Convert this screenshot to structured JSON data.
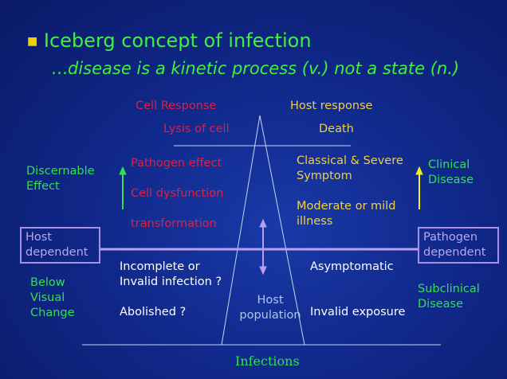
{
  "title": {
    "bullet": "■",
    "text": "Iceberg concept of infection",
    "subtitle_prefix": "…",
    "subtitle": "disease is a kinetic process (v.) not a state (n.)"
  },
  "headers": {
    "cell_response": "Cell Response",
    "host_response": "Host response"
  },
  "left": {
    "lysis": "Lysis of cell",
    "pathogen_effect": "Pathogen effect",
    "cell_dysfunction": "Cell dysfunction",
    "transformation": "transformation",
    "discernable": [
      "Discernable",
      "Effect"
    ],
    "host_dependent": [
      "Host",
      "dependent"
    ],
    "below": [
      "Below",
      "Visual",
      "Change"
    ],
    "incomplete": [
      "Incomplete or",
      "Invalid infection ?"
    ],
    "abolished": "Abolished ?"
  },
  "right": {
    "death": "Death",
    "classical": [
      "Classical & Severe",
      "Symptom"
    ],
    "moderate": [
      "Moderate or mild",
      "illness"
    ],
    "clinical": [
      "Clinical",
      "Disease"
    ],
    "pathogen_dependent": [
      "Pathogen",
      "dependent"
    ],
    "asymptomatic": "Asymptomatic",
    "subclinical": [
      "Subclinical",
      "Disease"
    ],
    "invalid_exposure": "Invalid exposure"
  },
  "center": {
    "host_population": [
      "Host",
      "population"
    ],
    "infections": "Infections"
  }
}
